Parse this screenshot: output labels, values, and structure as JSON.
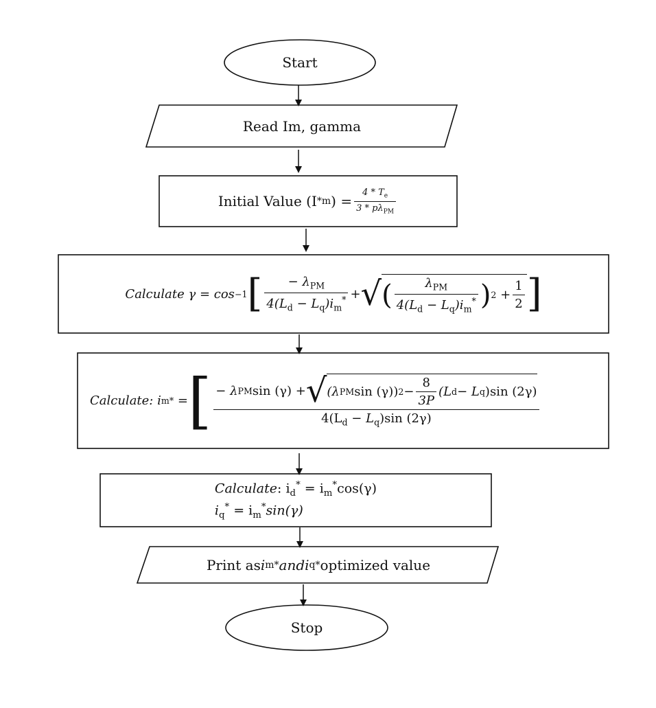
{
  "diagram": {
    "start_label": "Start",
    "read_label": "Read Im, gamma",
    "init_label": "Initial Value (I",
    "init_sup": "*",
    "init_sub": "m",
    "init_close": ") =",
    "init_num": "4 * T",
    "init_num_sub": "e",
    "init_den": "3 * pλ",
    "init_den_sub": "PM",
    "gamma_word": "Calculate",
    "gamma_lhs": "γ = cos",
    "gamma_lhs_sup": "−1",
    "gamma_num1": "− λ",
    "gamma_num1_sub": "PM",
    "gamma_den1": "4(L",
    "gamma_den1_d": "d",
    "gamma_den1_mid": " − L",
    "gamma_den1_q": "q",
    "gamma_den1_close": ")i",
    "gamma_den1_m": "m",
    "gamma_den1_star": "*",
    "gamma_plus": "+",
    "gamma_num2": "λ",
    "gamma_num2_sub": "PM",
    "gamma_pow": "2",
    "gamma_half_plus": "+",
    "gamma_half_num": "1",
    "gamma_half_den": "2",
    "im_word": "Calculate:",
    "im_lhs": "i",
    "im_lhs_sub": "m",
    "im_lhs_sup": "*",
    "im_eq": "=",
    "im_num_a": "− λ",
    "im_num_a_sub": "PM",
    "im_num_sin": "sin (γ) +",
    "im_root_a": "(λ",
    "im_root_a_sub": "PM",
    "im_root_b": "sin (γ))",
    "im_root_pow": "2",
    "im_root_minus": " −",
    "im_root_frac_num": "8",
    "im_root_frac_den": "3P",
    "im_root_c": "(L",
    "im_root_c_d": "d",
    "im_root_c_mid": " − L",
    "im_root_c_q": "q",
    "im_root_c_close": ")sin (2γ)",
    "im_den": "4(L",
    "im_den_d": "d",
    "im_den_mid": " − L",
    "im_den_q": "q",
    "im_den_close": ")sin (2γ)",
    "idq_word": "Calculate",
    "id_eq": ": i",
    "id_sub": "d",
    "id_rhs": " = i",
    "id_rhs_sub": "m",
    "id_cos": "cos(γ)",
    "iq_lhs": "i",
    "iq_sub": "q",
    "iq_rhs": " = i",
    "iq_rhs_sub": "m",
    "iq_sin": "sin(γ)",
    "star": "*",
    "print_pre": "Print as ",
    "print_im": "i",
    "print_im_sub": "m",
    "print_and": " and ",
    "print_iq": "i",
    "print_iq_sub": "q",
    "print_post": " optimized value",
    "stop_label": "Stop"
  }
}
